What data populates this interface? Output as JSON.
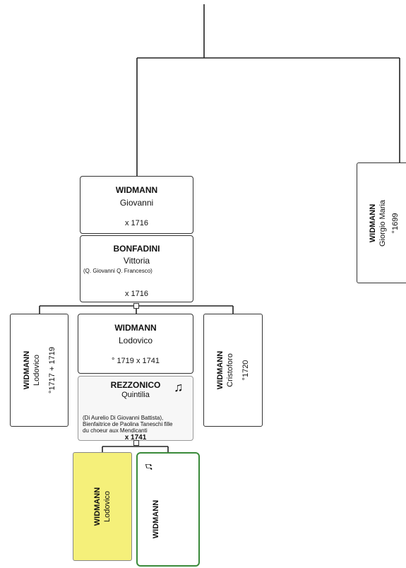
{
  "giovanni": {
    "surname": "WIDMANN",
    "given": "Giovanni",
    "event": "x 1716"
  },
  "vittoria": {
    "surname": "BONFADINI",
    "given": "Vittoria",
    "note": "(Q. Giovanni Q. Francesco)",
    "event": "x 1716"
  },
  "giorgio": {
    "surname": "WIDMANN",
    "given": "Giorgio Maria",
    "event": "°1699"
  },
  "lodovico1717": {
    "surname": "WIDMANN",
    "given": "Lodovico",
    "event": "°1717  + 1719"
  },
  "lodovico1719": {
    "surname": "WIDMANN",
    "given": "Lodovico",
    "event": "° 1719  x 1741"
  },
  "cristoforo": {
    "surname": "WIDMANN",
    "given": "Cristoforo",
    "event": "°1720"
  },
  "quintilia": {
    "surname": "REZZONICO",
    "given": "Quintilia",
    "note1": "(Di Aurelio Di Giovanni Battista),",
    "note2": "Bienfaitrice de Paolina Taneschi fille",
    "note3": "du choeur aux Mendicanti",
    "event": "x 1741",
    "icon": "music-note-icon"
  },
  "child1": {
    "surname": "WIDMANN",
    "given": "Lodovico",
    "highlight": "#f5f07a"
  },
  "child2": {
    "surname": "WIDMANN",
    "icon": "music-note-icon",
    "border": "#3a8a3a"
  }
}
